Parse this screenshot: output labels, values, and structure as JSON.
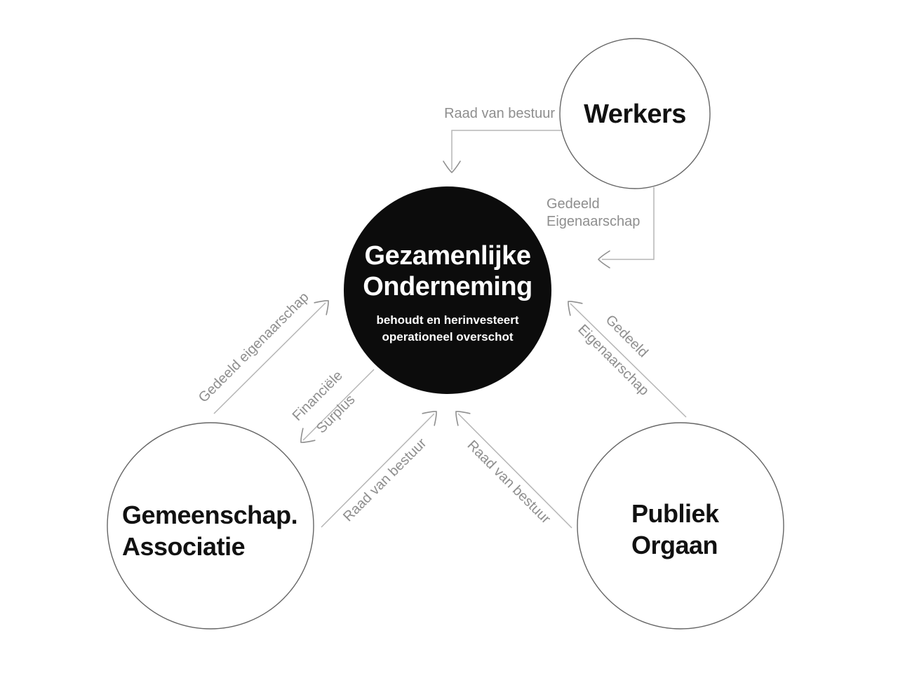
{
  "diagram": {
    "center_node": {
      "title": {
        "l1": "Gezamenlijke",
        "l2": "Onderneming"
      },
      "subtitle": {
        "l1": "behoudt en herinvesteert",
        "l2": "operationeel overschot"
      }
    },
    "nodes": {
      "workers": {
        "label": "Werkers"
      },
      "community": {
        "l1": "Gemeenschap.",
        "l2": "Associatie"
      },
      "public_body": {
        "l1": "Publiek",
        "l2": "Orgaan"
      }
    },
    "edges": {
      "workers_to_center_board": {
        "label": "Raad van bestuur"
      },
      "workers_to_center_ownership": {
        "l1": "Gedeeld",
        "l2": "Eigenaarschap"
      },
      "community_to_center_ownership": {
        "label": "Gedeeld eigenaarschap"
      },
      "center_to_community_surplus": {
        "l1": "Financiële",
        "l2": "Surplus"
      },
      "community_to_center_board": {
        "label": "Raad van bestuur"
      },
      "public_to_center_board": {
        "label": "Raad van bestuur"
      },
      "public_to_center_ownership": {
        "l1": "Gedeeld",
        "l2": "Eigenaarschap"
      }
    },
    "colors": {
      "center_fill": "#0c0c0c",
      "center_text": "#ffffff",
      "node_stroke": "#666666",
      "node_text": "#111111",
      "arrow_line": "#b5b5b5",
      "arrow_head": "#8f8f8f",
      "edge_label": "#8e8e8e"
    }
  }
}
